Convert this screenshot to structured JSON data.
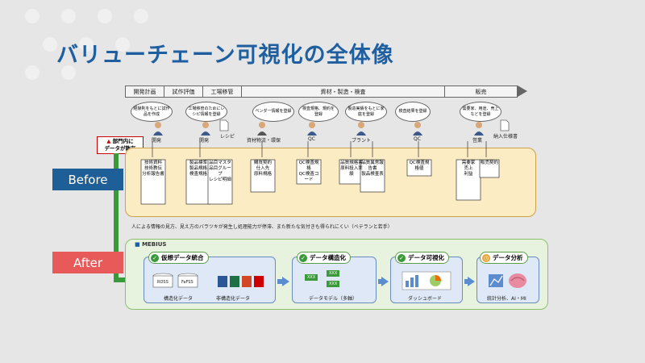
{
  "title": "バリューチェーン可視化の全体像",
  "phases": [
    "開発計画",
    "試作評価",
    "工場移管",
    "資材・製造・検査",
    "販売"
  ],
  "bubbles": [
    "経験則をもとに試作品を作成",
    "工場移管のためにレシピ情報を登録",
    "ベンダー情報を登録",
    "検査規格、規約を登録",
    "製造実績をもとに家庭を登録",
    "検査結果を登録",
    "需要家、用途、売上などを登録"
  ],
  "people": [
    {
      "label": "開発"
    },
    {
      "label": "開発"
    },
    {
      "label": "資材物流・環保"
    },
    {
      "label": "QC"
    },
    {
      "label": "プラント"
    },
    {
      "label": "QC"
    },
    {
      "label": "営業"
    }
  ],
  "docs": [
    {
      "label": "レシピ"
    },
    {
      "label": "納入仕様書"
    }
  ],
  "warning": {
    "line1": "部門内に",
    "line2": "データが散在"
  },
  "before": {
    "tag": "Before",
    "columns": [
      [
        "技術資料",
        "技術教伝",
        "分析報告書"
      ],
      [
        "製品標準",
        "製品規格",
        "検査規格"
      ],
      [
        "品目マスタ",
        "品目グループ",
        "レシピ明細"
      ],
      [
        "購買契約",
        "仕入先",
        "原料規格"
      ],
      [
        "QC検査規格",
        "QC検査コード"
      ],
      [
        "品質規格書",
        "原料投入実績"
      ],
      [
        "品質異常報告書",
        "製品検査表"
      ],
      [
        "QC検査規格値"
      ],
      [
        "需要家",
        "売上",
        "利益"
      ],
      [
        "販売契約"
      ]
    ],
    "note": "人による情報の見方、見え方のバラツキが発生し処理能力が停滞、また新たな気付きも得られにくい（ベテランと若手）"
  },
  "after": {
    "tag": "After",
    "brand": "MEBIUS",
    "panels": [
      {
        "title": "仮想データ統合",
        "labels": [
          "構造化データ",
          "非構造化データ"
        ],
        "chips": [
          "ROSS",
          "FaFSS"
        ]
      },
      {
        "title": "データ構造化",
        "labels": [
          "データモデル（多軸）"
        ],
        "chips": [
          "XXX",
          "XXX",
          "XXX"
        ]
      },
      {
        "title": "データ可視化",
        "labels": [
          "ダッシュボード"
        ]
      },
      {
        "title": "データ分析",
        "labels": [
          "統計分析、AI・MI"
        ]
      }
    ]
  },
  "colors": {
    "title": "#1f5fa0",
    "before": "#1f5f98",
    "after": "#e85a5a",
    "green": "#3a9a3a"
  }
}
